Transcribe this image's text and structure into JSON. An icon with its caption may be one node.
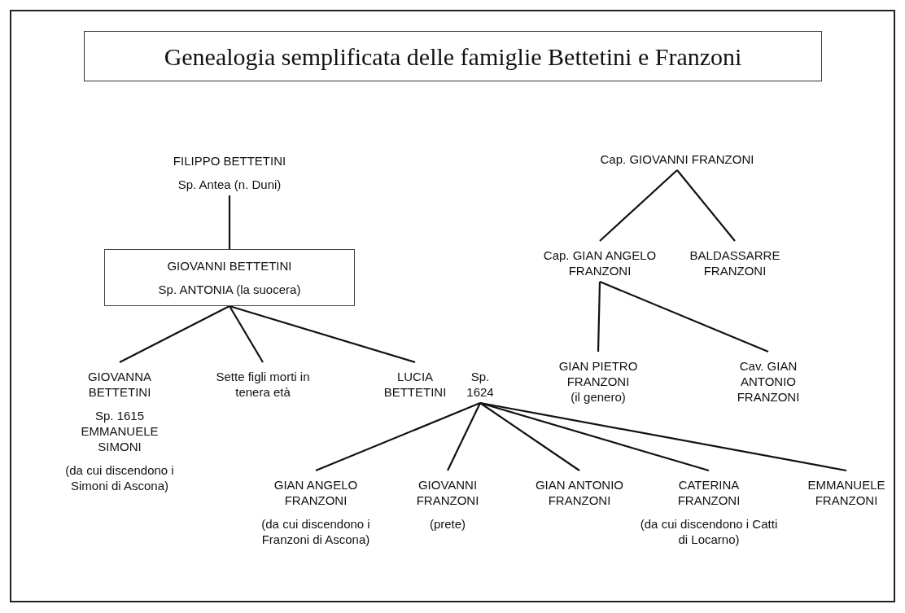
{
  "diagram": {
    "title": "Genealogia semplificata delle famiglie Bettetini e Franzoni",
    "nodes": [
      {
        "text": [
          "FILIPPO BETTETINI",
          "Sp. Antea (n. Duni)"
        ]
      },
      {
        "text": [
          "GIOVANNI BETTETINI",
          "Sp. ANTONIA (la suocera)"
        ]
      },
      {
        "text": [
          "Cap. GIOVANNI FRANZONI"
        ]
      },
      {
        "text": [
          "Cap. GIAN ANGELO FRANZONI"
        ]
      },
      {
        "text": [
          "BALDASSARRE FRANZONI"
        ]
      },
      {
        "text": [
          "GIOVANNA BETTETINI",
          "Sp. 1615 EMMANUELE SIMONI",
          "(da cui discendono i Simoni di Ascona)"
        ]
      },
      {
        "text": [
          "Sette figli morti in tenera età"
        ]
      },
      {
        "text": [
          "LUCIA BETTETINI"
        ]
      },
      {
        "text": [
          "Sp. 1624"
        ]
      },
      {
        "text": [
          "GIAN PIETRO FRANZONI",
          "(il genero)"
        ]
      },
      {
        "text": [
          "Cav. GIAN ANTONIO FRANZONI"
        ]
      },
      {
        "text": [
          "GIAN ANGELO FRANZONI",
          "(da cui discendono i Franzoni di Ascona)"
        ]
      },
      {
        "text": [
          "GIOVANNI FRANZONI",
          "(prete)"
        ]
      },
      {
        "text": [
          "GIAN ANTONIO FRANZONI"
        ]
      },
      {
        "text": [
          "CATERINA FRANZONI",
          "(da cui discendono i Catti di Locarno)"
        ]
      },
      {
        "text": [
          "EMMANUELE FRANZONI"
        ]
      }
    ],
    "edges": [
      {
        "from": 0,
        "to": 1,
        "arrow": "none"
      },
      {
        "from": 2,
        "to": 3,
        "arrow": "none"
      },
      {
        "from": 2,
        "to": 4,
        "arrow": "none"
      },
      {
        "from": 1,
        "to": 5,
        "arrow": "none"
      },
      {
        "from": 1,
        "to": 6,
        "arrow": "none"
      },
      {
        "from": 1,
        "to": 7,
        "arrow": "none"
      },
      {
        "from": 3,
        "to": 9,
        "arrow": "none"
      },
      {
        "from": 3,
        "to": 10,
        "arrow": "none"
      },
      {
        "from": 8,
        "to": 11,
        "arrow": "none"
      },
      {
        "from": 8,
        "to": 12,
        "arrow": "none"
      },
      {
        "from": 8,
        "to": 13,
        "arrow": "none"
      },
      {
        "from": 8,
        "to": 14,
        "arrow": "none"
      },
      {
        "from": 8,
        "to": 15,
        "arrow": "none"
      }
    ]
  }
}
